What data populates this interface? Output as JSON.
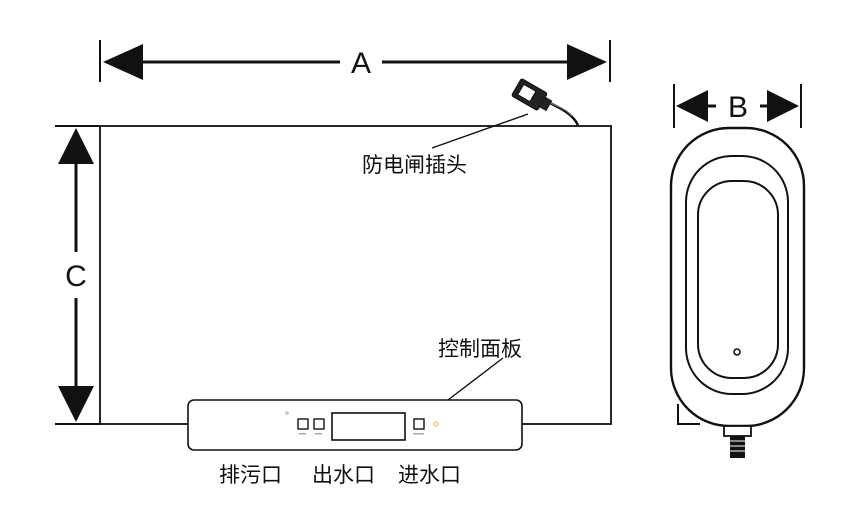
{
  "dimensions": {
    "width_label": "A",
    "depth_label": "B",
    "height_label": "C"
  },
  "callouts": {
    "power_plug": "防电闸插头",
    "control_panel": "控制面板"
  },
  "bottom_labels": {
    "drain_outlet": "排污口",
    "water_outlet": "出水口",
    "water_inlet": "进水口"
  },
  "colors": {
    "line": "#111111",
    "indicator": "#f4b24a"
  }
}
